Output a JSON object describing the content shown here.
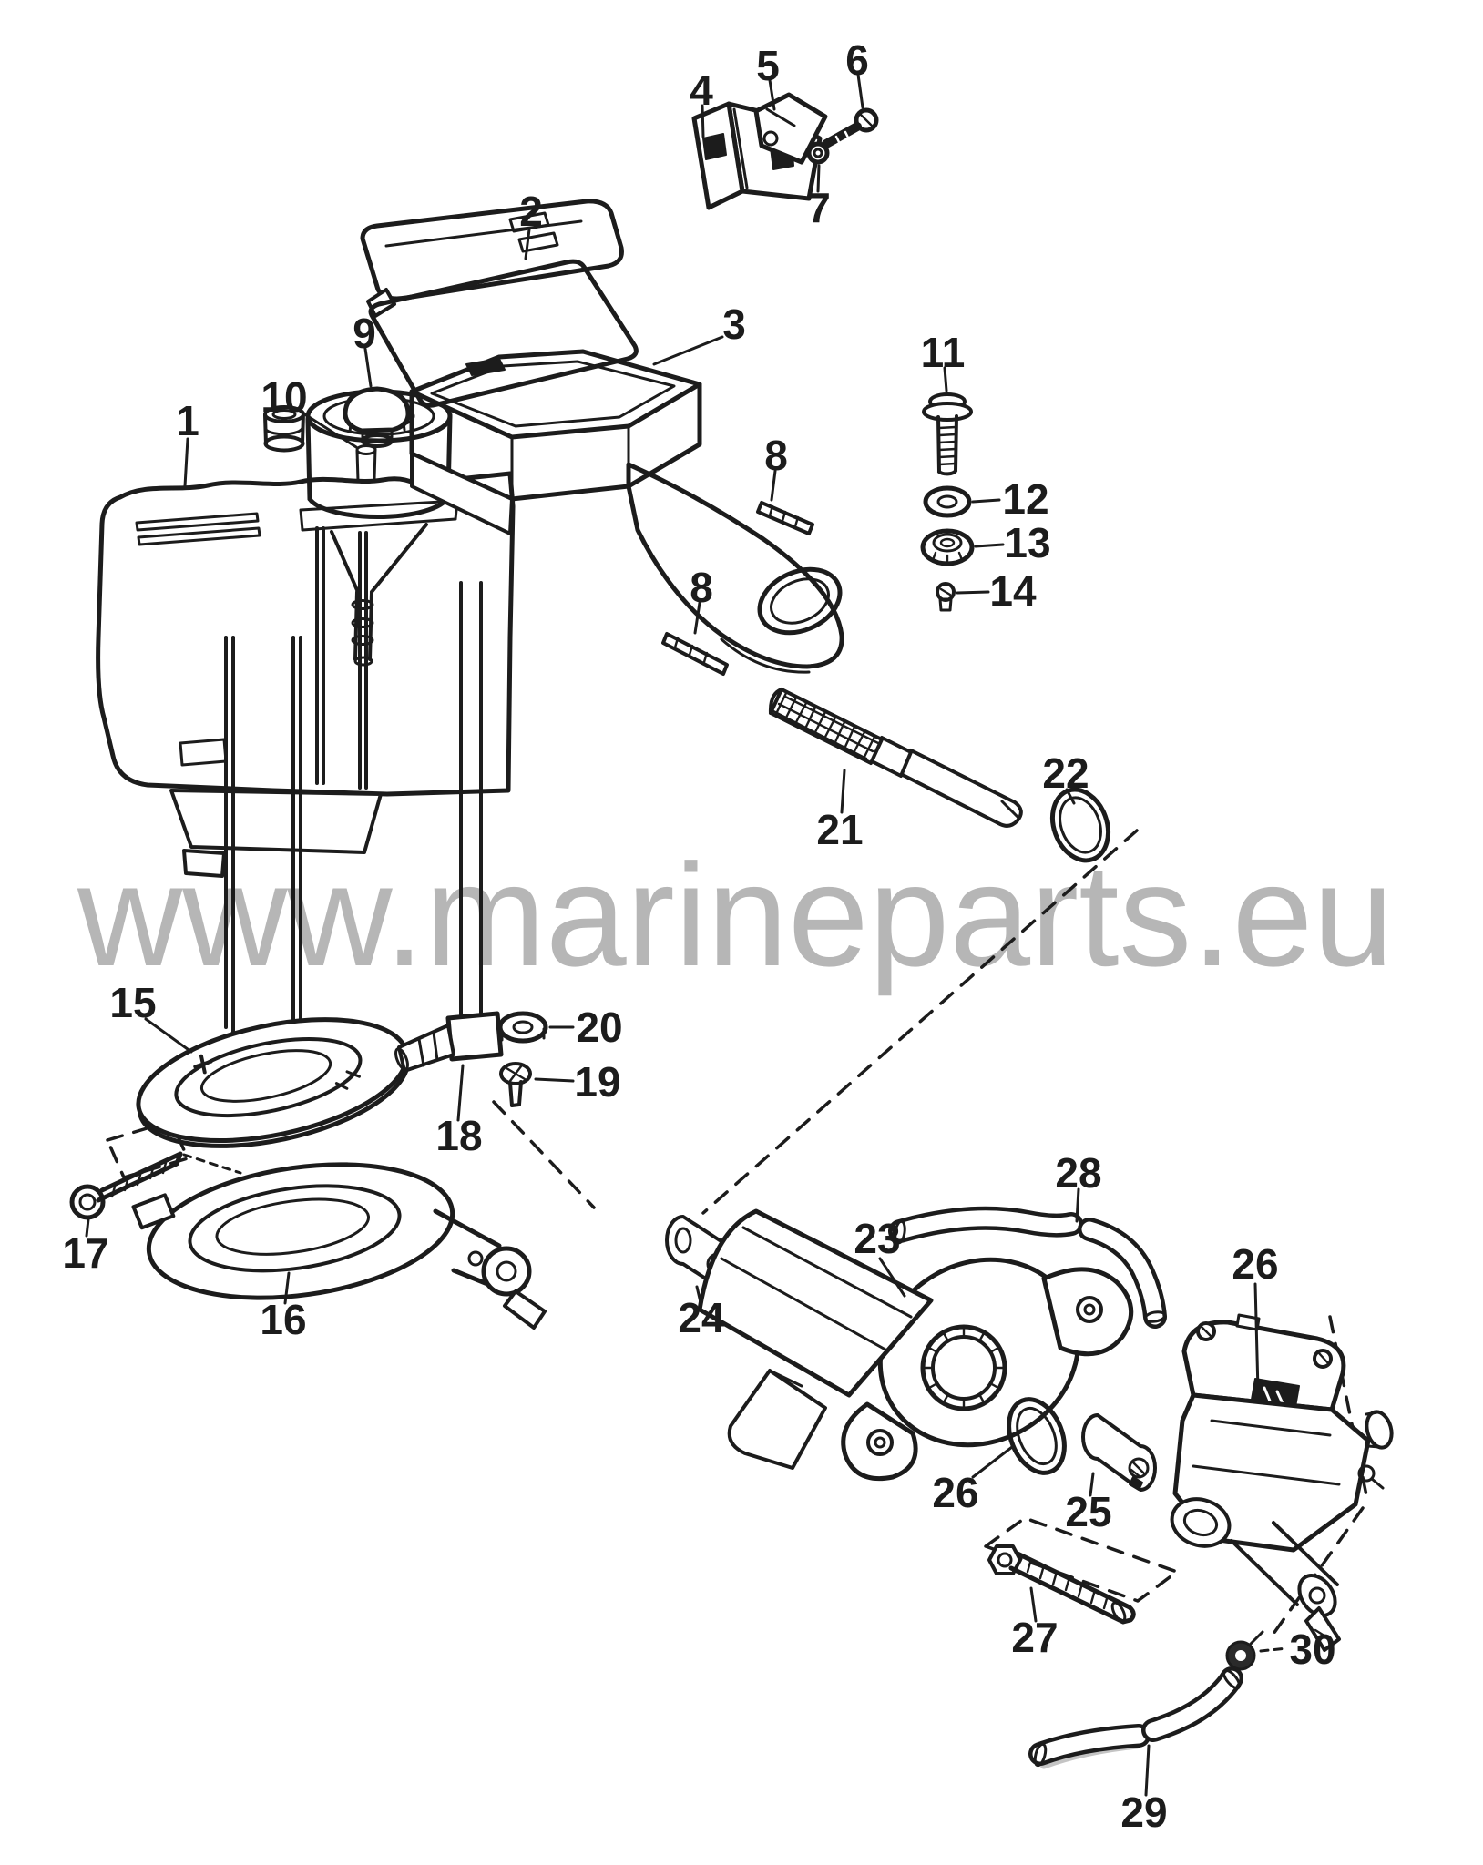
{
  "watermark": {
    "text": "www.marineparts.eu",
    "color": "#b0b0b0"
  },
  "colors": {
    "line": "#1c1c1c",
    "background": "#ffffff"
  },
  "callouts": [
    {
      "num": "1"
    },
    {
      "num": "2"
    },
    {
      "num": "3"
    },
    {
      "num": "4"
    },
    {
      "num": "5"
    },
    {
      "num": "6"
    },
    {
      "num": "7"
    },
    {
      "num": "8"
    },
    {
      "num": "8"
    },
    {
      "num": "9"
    },
    {
      "num": "10"
    },
    {
      "num": "11"
    },
    {
      "num": "12"
    },
    {
      "num": "13"
    },
    {
      "num": "14"
    },
    {
      "num": "15"
    },
    {
      "num": "16"
    },
    {
      "num": "17"
    },
    {
      "num": "18"
    },
    {
      "num": "19"
    },
    {
      "num": "20"
    },
    {
      "num": "21"
    },
    {
      "num": "22"
    },
    {
      "num": "23"
    },
    {
      "num": "24"
    },
    {
      "num": "25"
    },
    {
      "num": "26"
    },
    {
      "num": "26"
    },
    {
      "num": "27"
    },
    {
      "num": "28"
    },
    {
      "num": "29"
    },
    {
      "num": "30"
    }
  ]
}
